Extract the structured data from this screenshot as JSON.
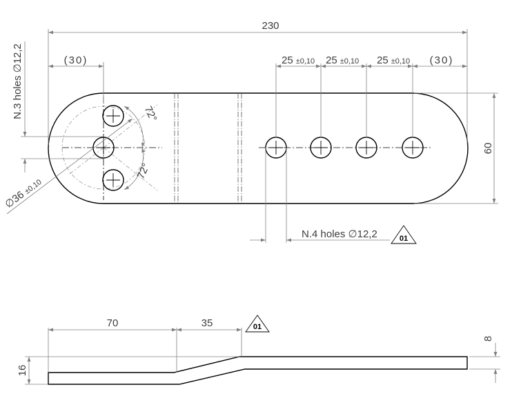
{
  "dimensions": {
    "overall_length": "230",
    "left_hole_offset": "(30)",
    "right_hole_offset": "(30)",
    "hole_pitch": "25",
    "hole_pitch_tolerance": "±0,10",
    "width": "60",
    "pcd_angle_top": "72°",
    "pcd_angle_bottom": "72°",
    "bend_flat_length": "70",
    "bend_slope_length": "35",
    "thickness": "8",
    "offset_height": "16"
  },
  "callouts": {
    "left_holes": "N.3 holes ∅12,2",
    "right_holes": "N.4 holes ∅12,2",
    "pcd": "∅36",
    "pcd_tolerance": "±0,10",
    "revision_top": "01",
    "revision_bottom": "01"
  }
}
